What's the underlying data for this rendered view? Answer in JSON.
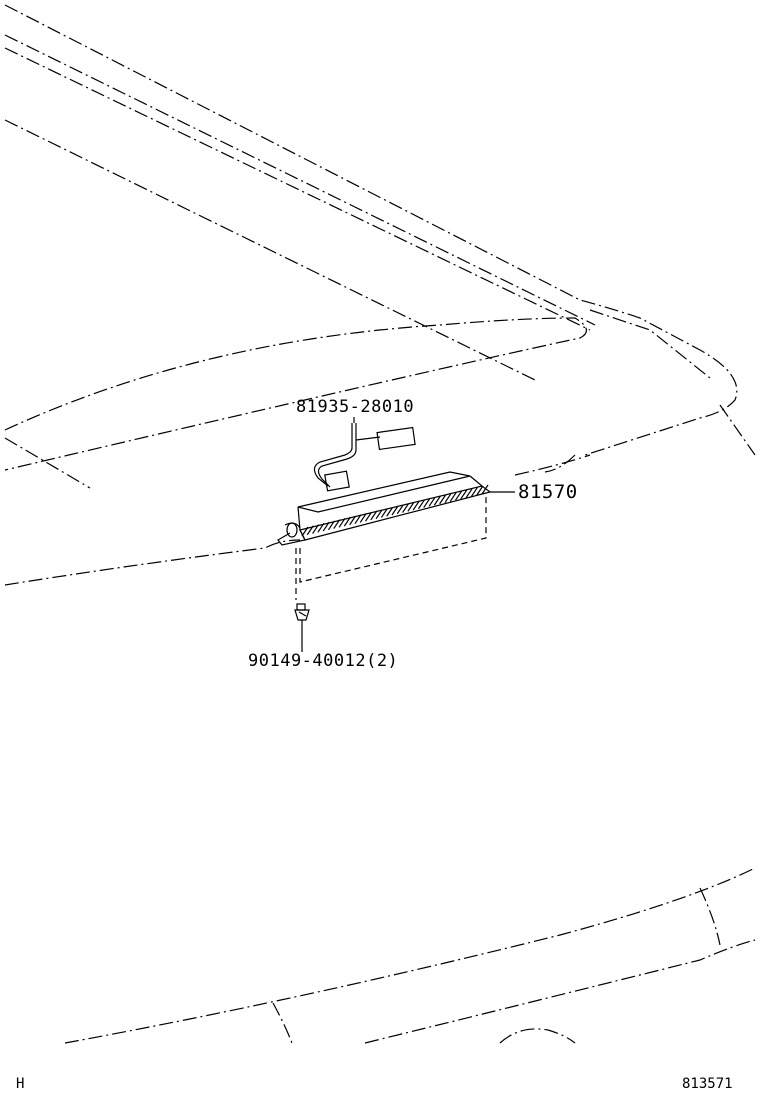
{
  "labels": {
    "harness_part": "81935-28010",
    "lamp_part": "81570",
    "screw_part": "90149-40012(2)"
  },
  "corners": {
    "left_code": "H",
    "figure_number": "813571"
  }
}
